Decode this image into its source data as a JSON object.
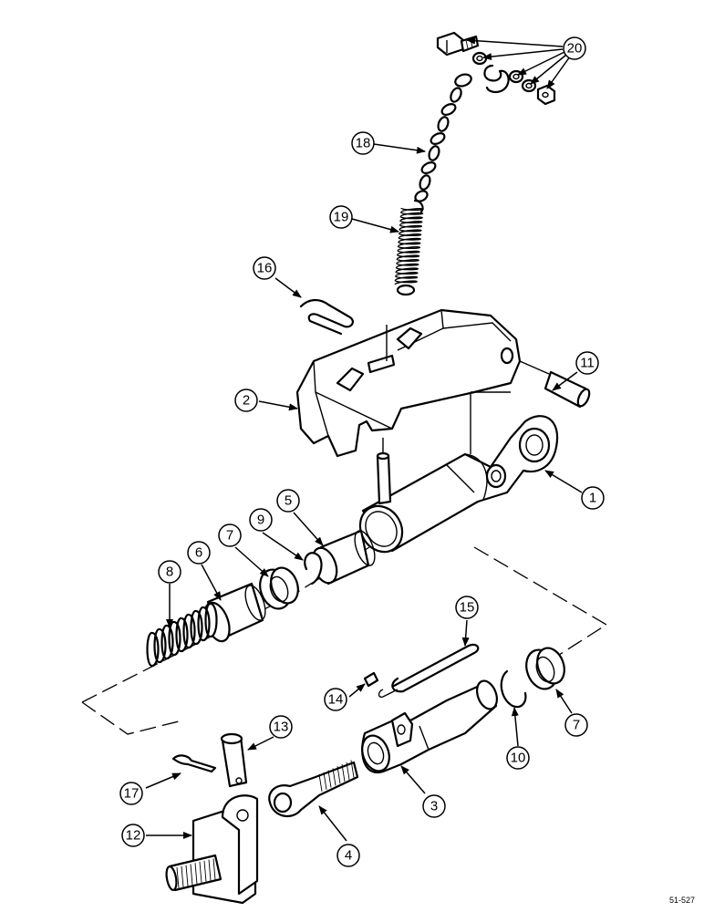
{
  "figure_code": "51-527",
  "callouts": [
    {
      "id": "c20",
      "label": "20"
    },
    {
      "id": "c18",
      "label": "18"
    },
    {
      "id": "c19",
      "label": "19"
    },
    {
      "id": "c16",
      "label": "16"
    },
    {
      "id": "c2",
      "label": "2"
    },
    {
      "id": "c11",
      "label": "11"
    },
    {
      "id": "c1",
      "label": "1"
    },
    {
      "id": "c5",
      "label": "5"
    },
    {
      "id": "c9",
      "label": "9"
    },
    {
      "id": "c7a",
      "label": "7"
    },
    {
      "id": "c6",
      "label": "6"
    },
    {
      "id": "c8",
      "label": "8"
    },
    {
      "id": "c15",
      "label": "15"
    },
    {
      "id": "c14",
      "label": "14"
    },
    {
      "id": "c7b",
      "label": "7"
    },
    {
      "id": "c10",
      "label": "10"
    },
    {
      "id": "c13",
      "label": "13"
    },
    {
      "id": "c17",
      "label": "17"
    },
    {
      "id": "c3",
      "label": "3"
    },
    {
      "id": "c12",
      "label": "12"
    },
    {
      "id": "c4",
      "label": "4"
    }
  ]
}
